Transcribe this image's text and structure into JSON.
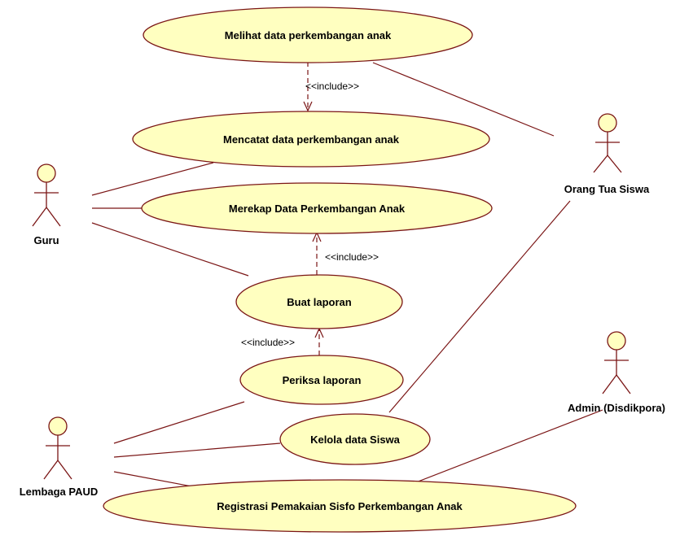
{
  "use_cases": {
    "melihat": "Melihat data perkembangan anak",
    "mencatat": "Mencatat data perkembangan anak",
    "merekap": "Merekap Data Perkembangan Anak",
    "buat_laporan": "Buat laporan",
    "periksa_laporan": "Periksa laporan",
    "kelola_siswa": "Kelola data Siswa",
    "registrasi": "Registrasi Pemakaian Sisfo Perkembangan Anak"
  },
  "actors": {
    "guru": "Guru",
    "orang_tua": "Orang Tua Siswa",
    "lembaga": "Lembaga PAUD",
    "admin": "Admin (Disdikpora)"
  },
  "relations": {
    "include_melihat_mencatat": "<<include>>",
    "include_buat_merekap": "<<include>>",
    "include_periksa_buat": "<<include>>"
  },
  "colors": {
    "use_case_fill": "#ffffc0",
    "stroke": "#7a1515"
  }
}
